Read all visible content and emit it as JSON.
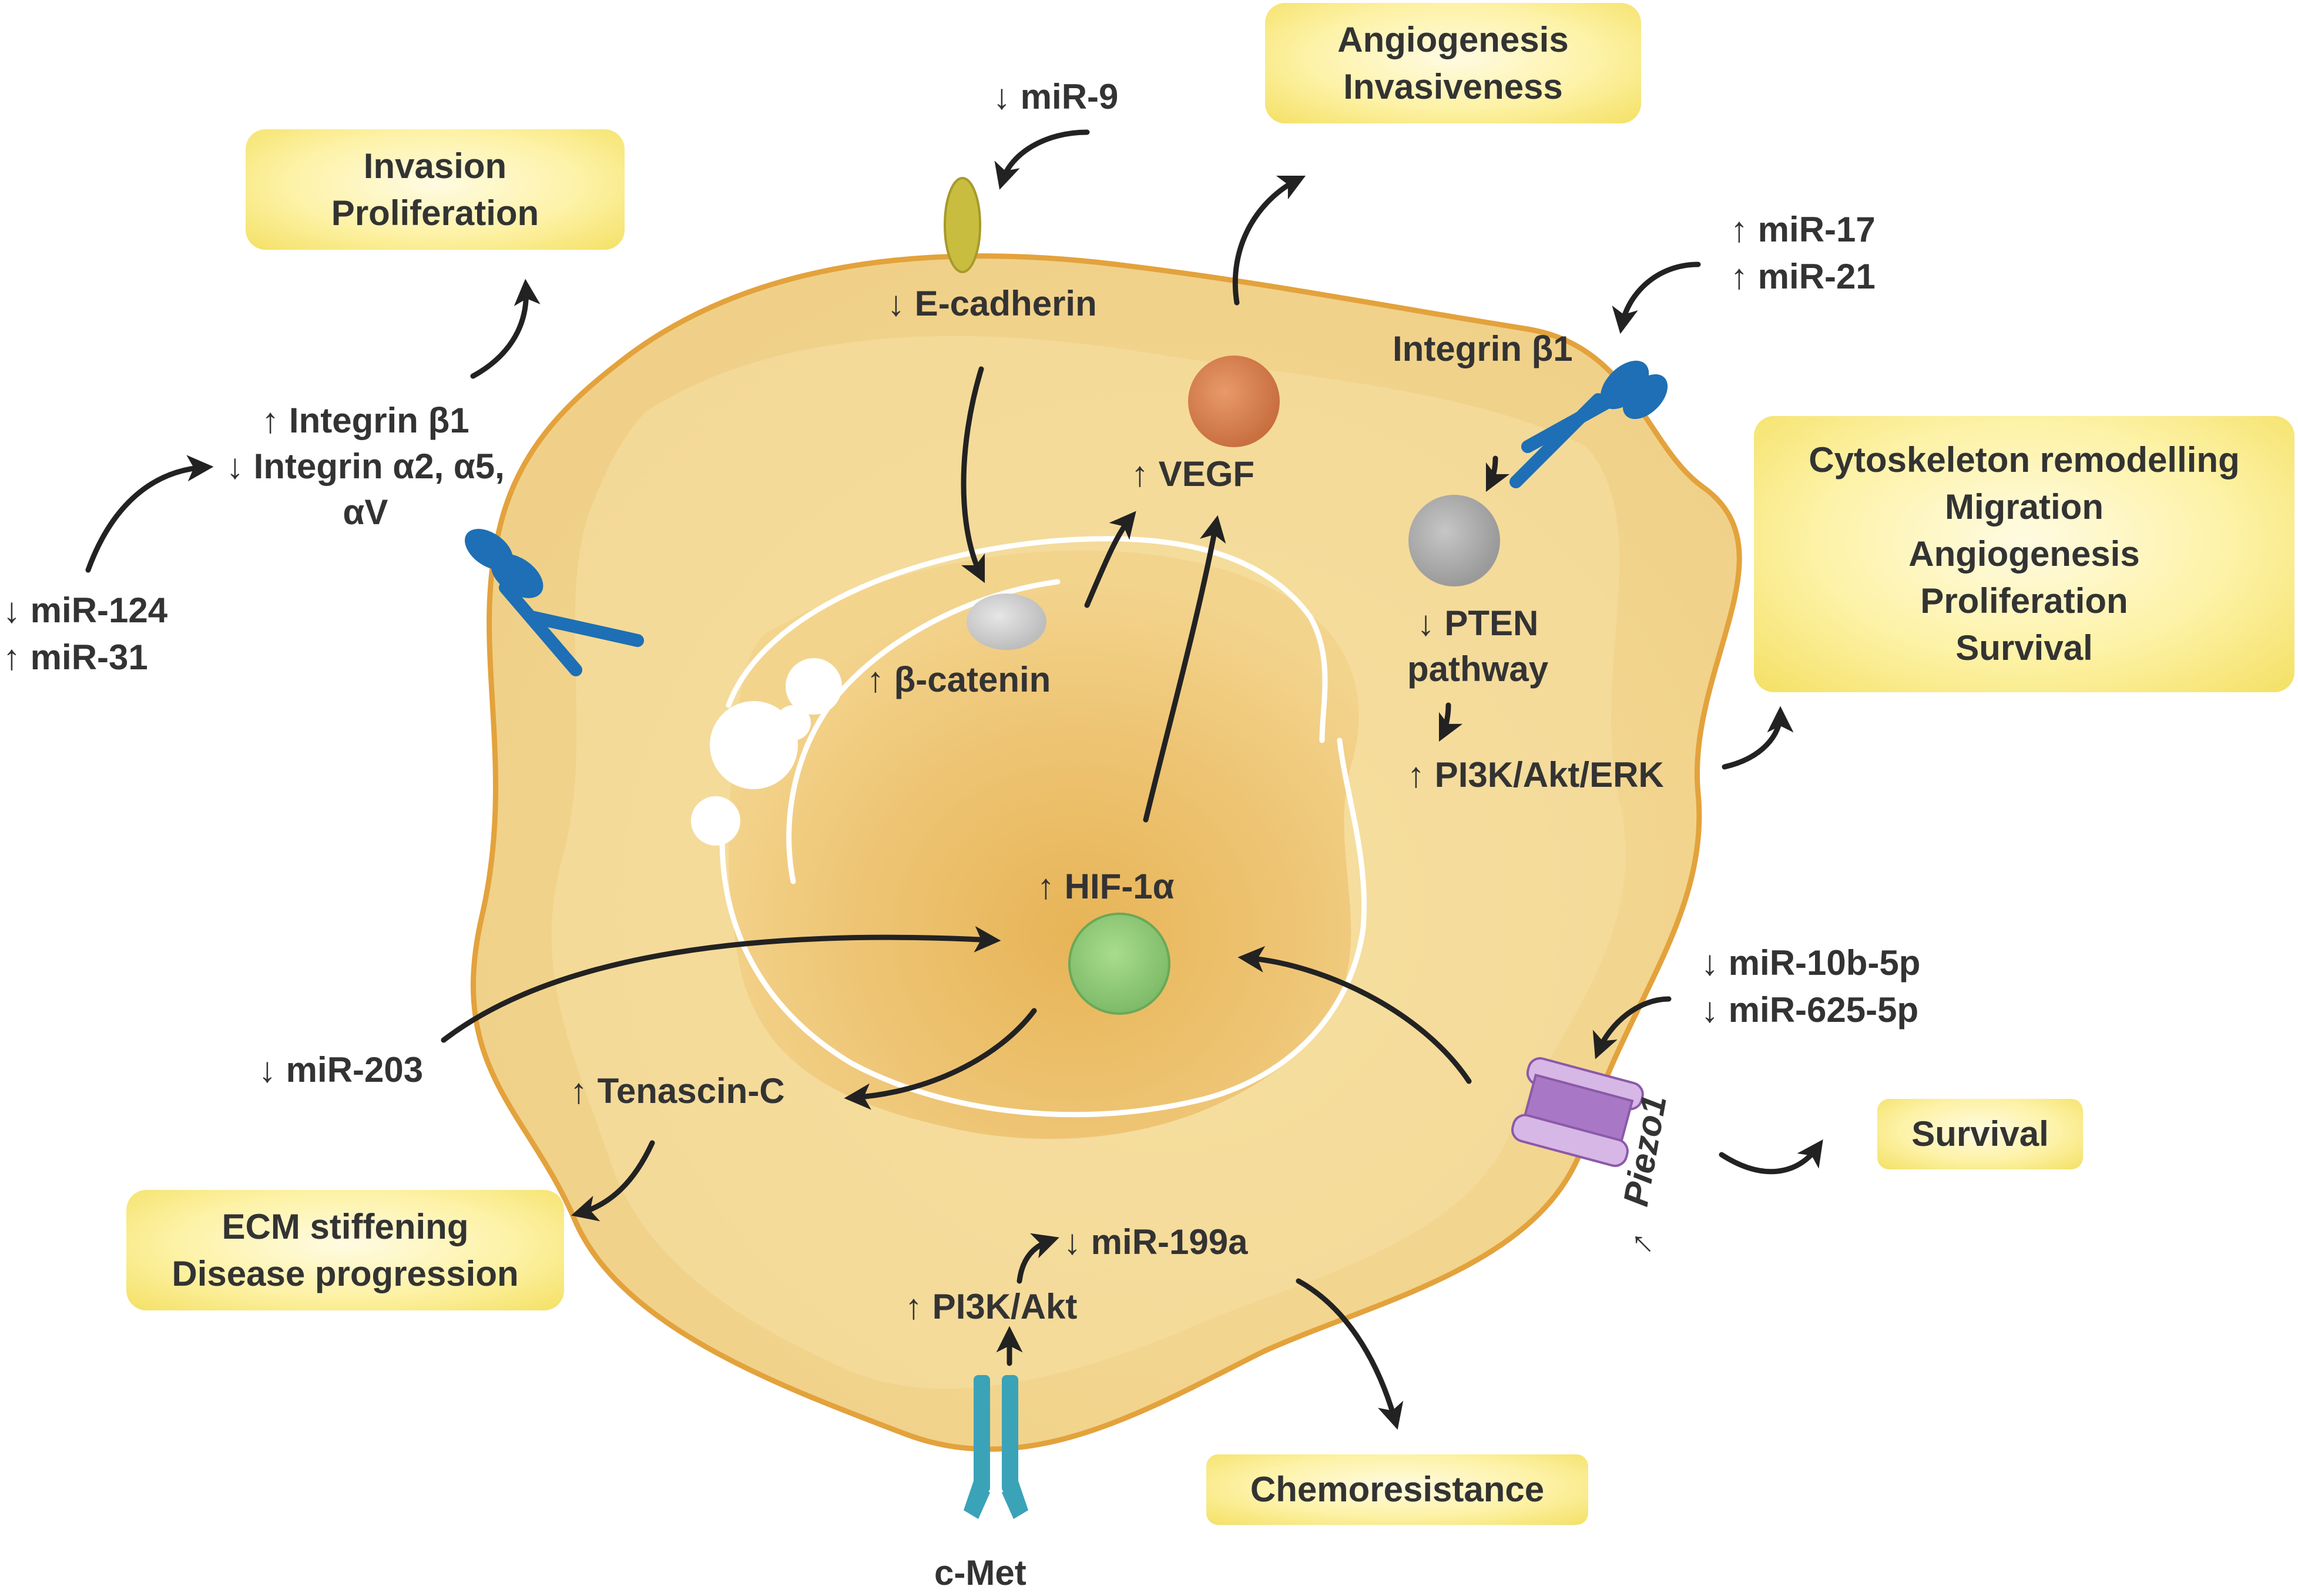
{
  "colors": {
    "cell_outer": "#f2d98f",
    "cell_border": "#e3a23c",
    "nucleus": "#ebc36a",
    "ecadherin": "#c9bd3f",
    "vegf": "#dc8756",
    "pten": "#b4b4b4",
    "betacatenin": "#d7d7d7",
    "hif": "#93cc7a",
    "integrin": "#1e6fb5",
    "cmet": "#3aa3b8",
    "piezo": "#a877c5",
    "arrow": "#222222",
    "text": "#333333",
    "box_center": "#fffbe2",
    "box_edge": "#f4e064"
  },
  "outcome_boxes": {
    "invasion_proliferation": [
      "Invasion",
      "Proliferation"
    ],
    "angiogenesis_invasiveness": [
      "Angiogenesis",
      "Invasiveness"
    ],
    "cytoskeleton": [
      "Cytoskeleton remodelling",
      "Migration",
      "Angiogenesis",
      "Proliferation",
      "Survival"
    ],
    "survival": [
      "Survival"
    ],
    "ecm": [
      "ECM stiffening",
      "Disease progression"
    ],
    "chemoresistance": [
      "Chemoresistance"
    ]
  },
  "labels": {
    "mir9": "↓ miR-9",
    "ecadherin": "↓ E-cadherin",
    "betacatenin": "↑ β-catenin",
    "vegf": "↑ VEGF",
    "mir17": "↑ miR-17",
    "mir21": "↑ miR-21",
    "integrin_b1_right": "Integrin β1",
    "pten": [
      "↓ PTEN",
      "pathway"
    ],
    "pi3k_akt_erk": "↑ PI3K/Akt/ERK",
    "integrins_left": [
      "↑ Integrin β1",
      "↓ Integrin α2, α5,",
      "αV"
    ],
    "mir124": "↓ miR-124",
    "mir31": "↑ miR-31",
    "hif": "↑ HIF-1α",
    "mir203": "↓ miR-203",
    "tenascin": "↑ Tenascin-C",
    "mir10b": "↓ miR-10b-5p",
    "mir625": "↓ miR-625-5p",
    "piezo": "Piezo1",
    "piezo_arrow": "↑",
    "mir199a": "↓ miR-199a",
    "pi3k_akt": "↑ PI3K/Akt",
    "cmet": "c-Met"
  }
}
